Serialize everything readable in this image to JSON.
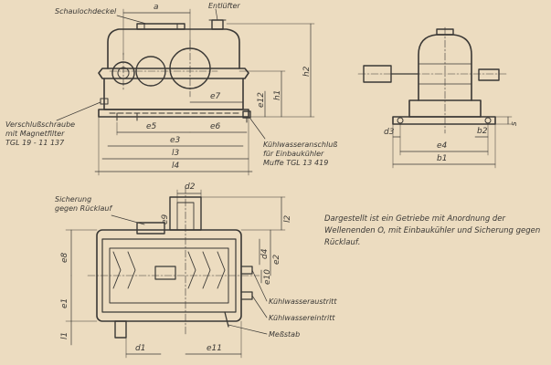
{
  "labels": {
    "schauloch": "Schaulochdeckel",
    "entlufter": "Entlüfter",
    "verschluss_1": "Verschlußschraube",
    "verschluss_2": "mit Magnetfilter",
    "verschluss_3": "TGL 19 - 11 137",
    "kuehl_1": "Kühlwasseranschluß",
    "kuehl_2": "für Einbaukühler",
    "kuehl_3": "Muffe TGL 13 419",
    "sicherung_1": "Sicherung",
    "sicherung_2": "gegen Rücklauf",
    "austritt": "Kühlwasseraustritt",
    "eintritt": "Kühlwassereintritt",
    "messstab": "Meßstab"
  },
  "note": "Dargestellt ist ein Getriebe mit Anordnung der Wellenenden O, mit Einbaukühler und Sicherung gegen Rücklauf.",
  "dims": {
    "a": "a",
    "e7": "e7",
    "e5": "e5",
    "e3": "e3",
    "e6": "e6",
    "l3": "l3",
    "l4": "l4",
    "e12": "e12",
    "h1": "h1",
    "h2": "h2",
    "s": "s",
    "d3": "d3",
    "b2": "b2",
    "e4": "e4",
    "b1": "b1",
    "d2": "d2",
    "e9": "e9",
    "l2": "l2",
    "e8": "e8",
    "d4": "d4",
    "e2": "e2",
    "e10": "e10",
    "e1": "e1",
    "l1": "l1",
    "d1": "d1",
    "e11": "e11"
  },
  "colors": {
    "paper": "#ecdcc0",
    "ink": "#3a3835"
  }
}
